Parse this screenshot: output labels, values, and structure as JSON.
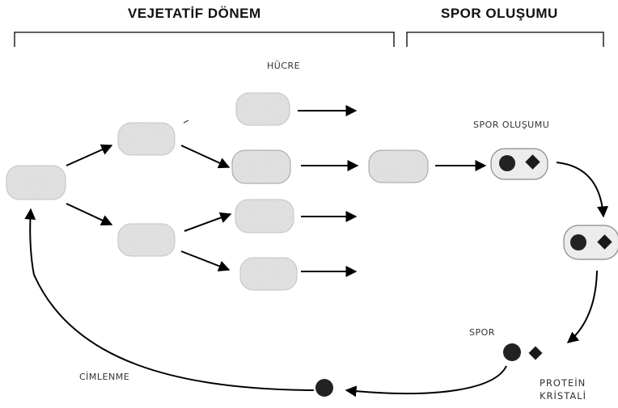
{
  "headings": {
    "vegetative": "VEJETATİF DÖNEM",
    "sporulation": "SPOR OLUŞUMU"
  },
  "labels": {
    "cell": "HÜCRE",
    "spore_formation": "SPOR OLUŞUMU",
    "spore": "SPOR",
    "protein_crystal_line1": "PROTEİN",
    "protein_crystal_line2": "KRİSTALİ",
    "germination": "CİMLENME"
  },
  "colors": {
    "line": "#000000",
    "cell_fill": "#e6e6e6",
    "cell_stroke": "#bdbdbd",
    "spore": "#222222",
    "crystal": "#1a1a1a"
  }
}
